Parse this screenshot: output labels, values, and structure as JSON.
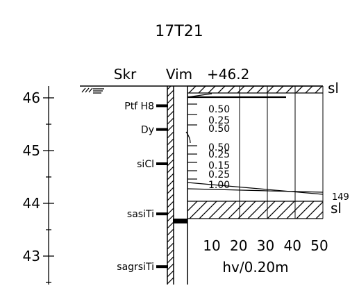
{
  "title": "17T21",
  "headers": {
    "left": "Skr",
    "center": "Vim",
    "elevation": "+46.2"
  },
  "depth_axis": {
    "labels": [
      {
        "text": "46",
        "value": 46
      },
      {
        "text": "45",
        "value": 45
      },
      {
        "text": "44",
        "value": 44
      },
      {
        "text": "43",
        "value": 43
      }
    ]
  },
  "soil_layers": [
    {
      "label": "Ptf H8",
      "depth": 45.85
    },
    {
      "label": "Dy",
      "depth": 45.4
    },
    {
      "label": "siCl",
      "depth": 44.75
    },
    {
      "label": "sasiTi",
      "depth": 43.8
    },
    {
      "label": "sagrsiTi",
      "depth": 42.8
    }
  ],
  "readings": [
    {
      "text": "0.50"
    },
    {
      "text": "0.25"
    },
    {
      "text": "0.50"
    },
    {
      "text": "0.50"
    },
    {
      "text": "0.25"
    },
    {
      "text": "0.15"
    },
    {
      "text": "0.25"
    },
    {
      "text": "1.00"
    }
  ],
  "right_labels": {
    "top": "sl",
    "value": "149",
    "bottom": "sl"
  },
  "x_axis": {
    "ticks": [
      {
        "text": "10",
        "value": 10
      },
      {
        "text": "20",
        "value": 20
      },
      {
        "text": "30",
        "value": 30
      },
      {
        "text": "40",
        "value": 40
      },
      {
        "text": "50",
        "value": 50
      }
    ],
    "unit": "hv/0.20m"
  }
}
